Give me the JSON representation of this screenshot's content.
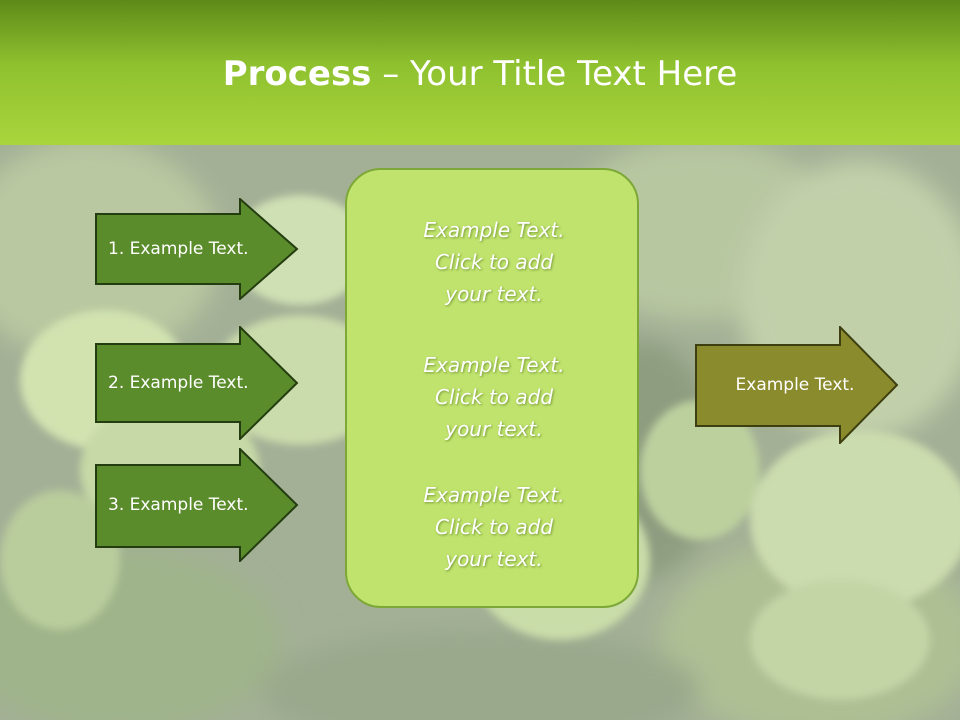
{
  "slide": {
    "title_bold": "Process",
    "title_rest": " – Your Title Text Here"
  },
  "left_arrows": [
    {
      "label": "1. Example Text."
    },
    {
      "label": "2. Example Text."
    },
    {
      "label": "3. Example Text."
    }
  ],
  "center_box": {
    "blocks": [
      {
        "lines": [
          "Example Text.",
          "Click  to add",
          "your text."
        ]
      },
      {
        "lines": [
          "Example Text.",
          "Click  to add",
          "your text."
        ]
      },
      {
        "lines": [
          "Example Text.",
          "Click  to add",
          "your text."
        ]
      }
    ]
  },
  "right_arrow": {
    "label": "Example Text."
  },
  "colors": {
    "left_arrow_fill": "#5b8c2c",
    "left_arrow_stroke": "#243d10",
    "right_arrow_fill": "#8a8b2c",
    "right_arrow_stroke": "#3e3f10",
    "center_fill": "#bfe36c",
    "header_green": "#a9d53c"
  }
}
